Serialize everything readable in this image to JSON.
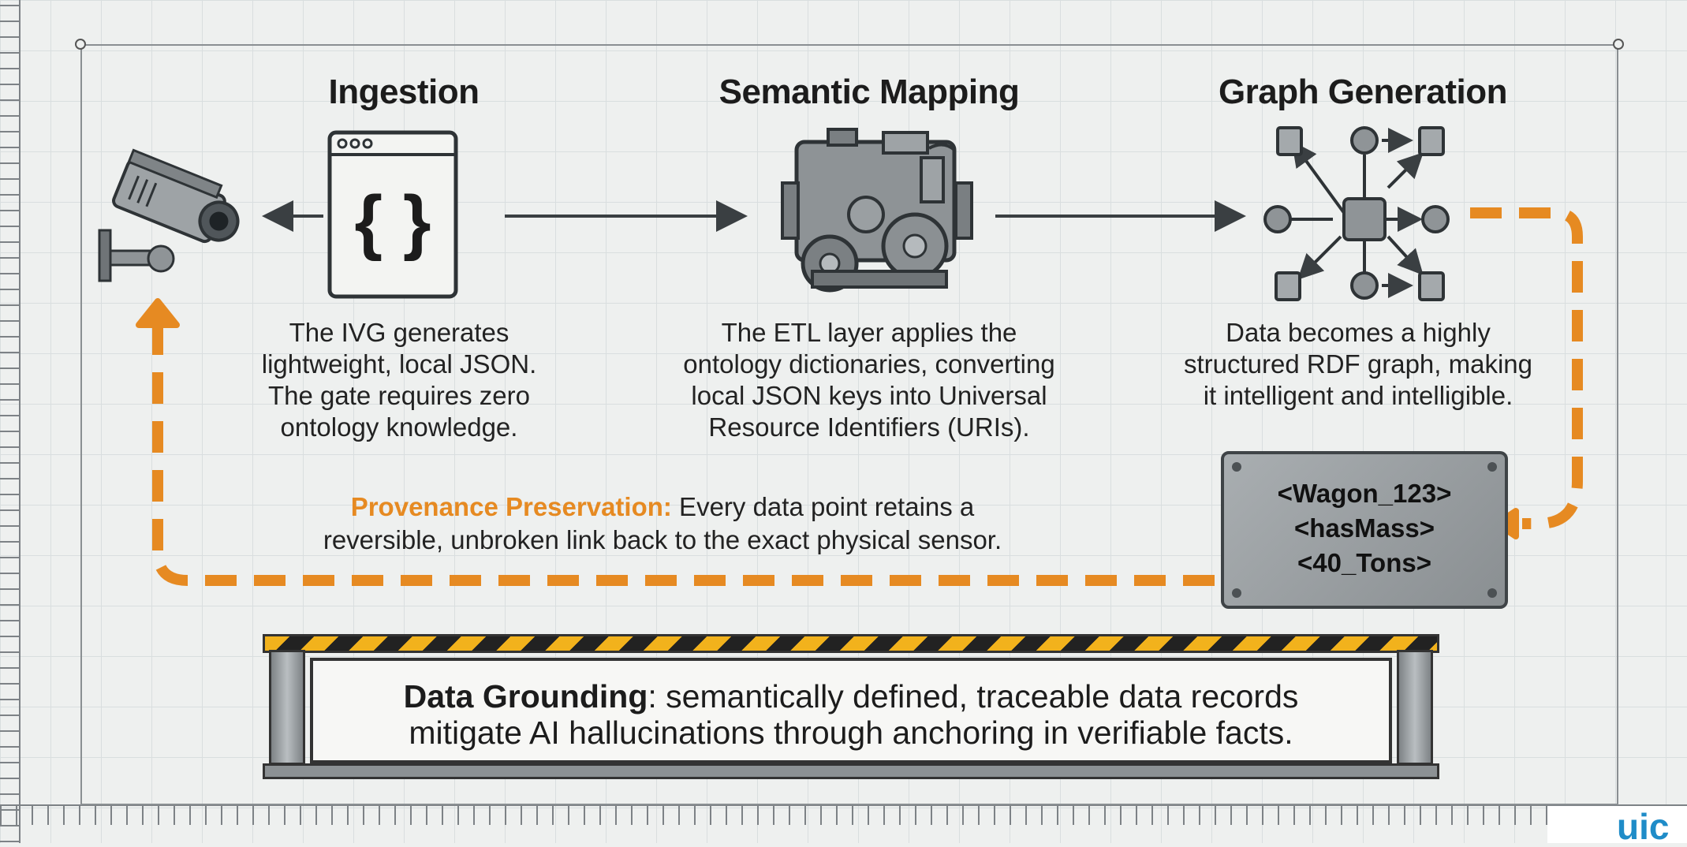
{
  "stages": [
    {
      "title": "Ingestion",
      "lines": [
        "The IVG generates",
        "lightweight, local JSON.",
        "The gate requires zero",
        "ontology knowledge."
      ]
    },
    {
      "title": "Semantic Mapping",
      "lines": [
        "The ETL layer applies the",
        "ontology dictionaries, converting",
        "local JSON keys into Universal",
        "Resource Identifiers (URIs)."
      ]
    },
    {
      "title": "Graph Generation",
      "lines": [
        "Data becomes a highly",
        "structured RDF graph, making",
        "it intelligent and intelligible."
      ]
    }
  ],
  "icons": {
    "ingestion_source": "security-camera-icon",
    "ingestion": "json-window-icon",
    "mapping": "engine-gears-icon",
    "graph": "rdf-graph-icon"
  },
  "ingestion_icon_text": "{ }",
  "provenance": {
    "label": "Provenance Preservation:",
    "text_line1": " Every data point retains a",
    "text_line2": "reversible, unbroken link back to the exact physical sensor."
  },
  "triple": [
    "<Wagon_123>",
    "<hasMass>",
    "<40_Tons>"
  ],
  "grounding": {
    "label": "Data Grounding",
    "text_line1": ": semantically defined, traceable data records",
    "text_line2": "mitigate AI hallucinations through anchoring in verifiable facts."
  },
  "colors": {
    "accent": "#e68a22",
    "hazard": "#f2b21c",
    "ink": "#1c1c1c",
    "metal": "#9a9fa2",
    "logo": "#1f8cc8"
  },
  "logo_text": "uic"
}
